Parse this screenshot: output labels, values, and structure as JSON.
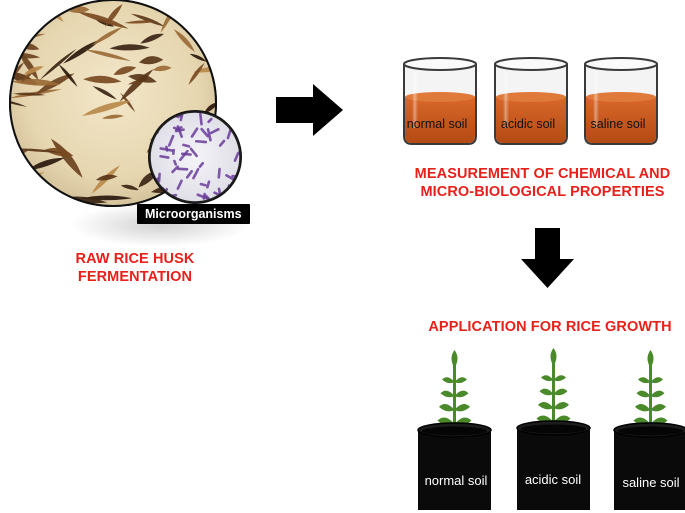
{
  "fermentation": {
    "label_line1": "RAW RICE HUSK",
    "label_line2": "FERMENTATION",
    "inset_label": "Microorganisms"
  },
  "measurement": {
    "line1": "MEASUREMENT OF CHEMICAL AND",
    "line2": "MICRO-BIOLOGICAL PROPERTIES",
    "beakers": [
      "normal soil",
      "acidic soil",
      "saline soil"
    ]
  },
  "application": {
    "title": "APPLICATION FOR RICE GROWTH",
    "pots": [
      "normal soil",
      "acidic soil",
      "saline soil"
    ]
  },
  "colors": {
    "label_red": "#e8201a",
    "soil_orange": "#c8561a",
    "plant_green": "#4a8a2a",
    "pot_black": "#0a0a0a",
    "microbe_purple": "#6a3c9a"
  }
}
